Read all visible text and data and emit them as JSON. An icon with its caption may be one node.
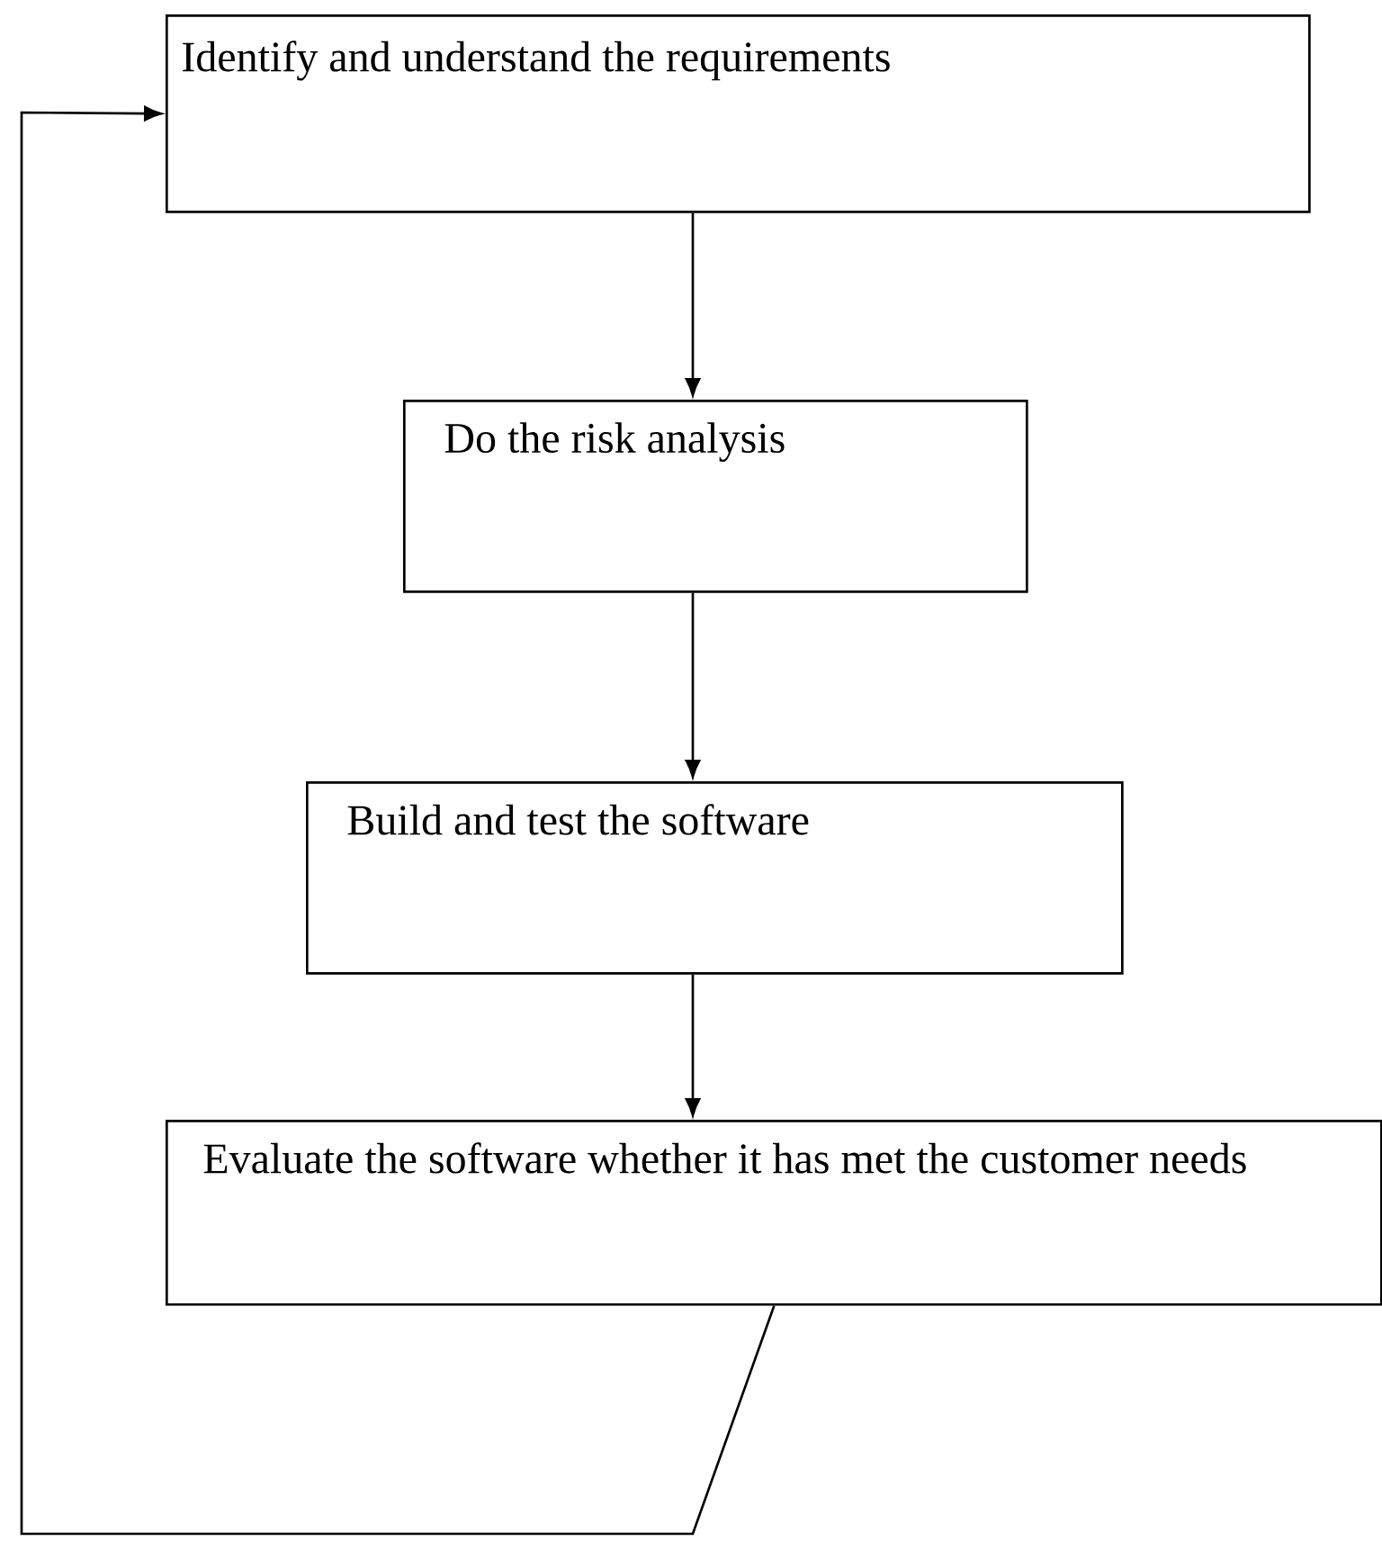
{
  "diagram": {
    "nodes": [
      {
        "text": [
          "Identify and understand the requirements"
        ]
      },
      {
        "text": [
          "Do the risk analysis"
        ]
      },
      {
        "text": [
          "Build and test the software"
        ]
      },
      {
        "text": [
          "Evaluate the software whether it has met the customer needs"
        ]
      }
    ],
    "edges": [
      {
        "from": 0,
        "to": 1,
        "arrow": "to"
      },
      {
        "from": 1,
        "to": 2,
        "arrow": "to"
      },
      {
        "from": 2,
        "to": 3,
        "arrow": "to"
      },
      {
        "from": 3,
        "to": 0,
        "arrow": "to"
      }
    ]
  }
}
